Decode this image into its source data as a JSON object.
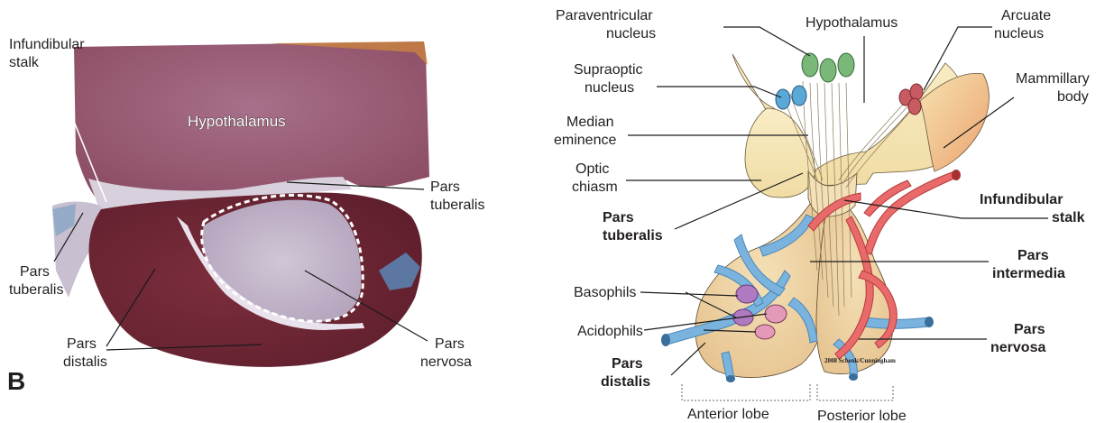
{
  "panel_letter": "B",
  "histology": {
    "hypothalamus": "Hypothalamus",
    "infundibular_stalk": [
      "Infundibular",
      "stalk"
    ],
    "pars_tuberalis_right": [
      "Pars",
      "tuberalis"
    ],
    "pars_tuberalis_left": [
      "Pars",
      "tuberalis"
    ],
    "pars_distalis": [
      "Pars",
      "distalis"
    ],
    "pars_nervosa": [
      "Pars",
      "nervosa"
    ]
  },
  "schematic": {
    "paraventricular_nucleus": [
      "Paraventricular",
      "nucleus"
    ],
    "hypothalamus": "Hypothalamus",
    "arcuate_nucleus": [
      "Arcuate",
      "nucleus"
    ],
    "supraoptic_nucleus": [
      "Supraoptic",
      "nucleus"
    ],
    "mammillary_body": [
      "Mammillary",
      "body"
    ],
    "median_eminence": [
      "Median",
      "eminence"
    ],
    "optic_chiasm": [
      "Optic",
      "chiasm"
    ],
    "pars_tuberalis": [
      "Pars",
      "tuberalis"
    ],
    "infundibular_stalk": [
      "Infundibular",
      "stalk"
    ],
    "pars_intermedia": [
      "Pars",
      "intermedia"
    ],
    "basophils": "Basophils",
    "acidophils": "Acidophils",
    "pars_nervosa": [
      "Pars",
      "nervosa"
    ],
    "pars_distalis": [
      "Pars",
      "distalis"
    ],
    "anterior_lobe": "Anterior lobe",
    "posterior_lobe": "Posterior lobe",
    "credit": "2008 Schenk/Cunningham"
  },
  "colors": {
    "tissue_dark": "#7a2a3a",
    "tissue_mid": "#9b4a5e",
    "tissue_light": "#b8a7c0",
    "tissue_pale": "#ccc3d4",
    "hypothalamus_cream": "#f6e7b8",
    "lobe_tan": "#ecd3a4",
    "vein_blue": "#6aa8d6",
    "artery_red": "#e05a5a",
    "nucleus_green": "#5aa05a",
    "nucleus_blue": "#3a8fc4",
    "nucleus_red": "#b8404a",
    "cell_purple": "#a25aa2"
  }
}
